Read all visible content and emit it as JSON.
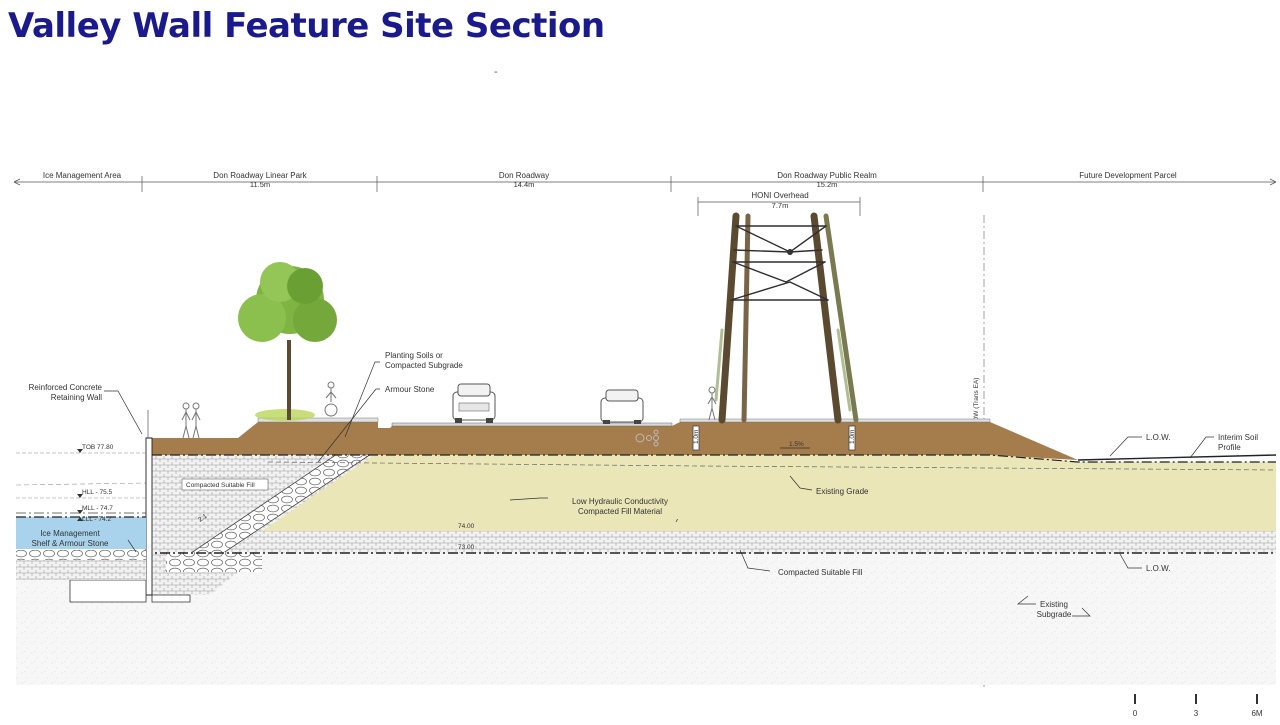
{
  "title": "Valley Wall Feature Site Section",
  "top_mark": "-",
  "zones": [
    {
      "label": "Ice Management Area",
      "dim": ""
    },
    {
      "label": "Don Roadway Linear Park",
      "dim": "11.5m"
    },
    {
      "label": "Don Roadway",
      "dim": "14.4m"
    },
    {
      "label": "Don Roadway Public Realm",
      "dim": "15.2m"
    },
    {
      "label": "Future Development Parcel",
      "dim": ""
    }
  ],
  "honi": {
    "label": "HONI Overhead",
    "dim": "7.7m"
  },
  "row_label": "ROW (Trans EA)",
  "labels": {
    "retaining_wall_1": "Reinforced Concrete",
    "retaining_wall_2": "Retaining Wall",
    "planting_1": "Planting Soils or",
    "planting_2": "Compacted Subgrade",
    "armour_stone": "Armour Stone",
    "compacted_fill_box": "Compacted Suitable Fill",
    "slope_ratio": "2:1",
    "low_hydraulic_1": "Low Hydraulic Conductivity",
    "low_hydraulic_2": "Compacted Fill Material",
    "existing_grade": "Existing Grade",
    "compacted_suitable_fill": "Compacted Suitable Fill",
    "low_top": "L.O.W.",
    "low_bottom": "L.O.W.",
    "interim_1": "Interim Soil",
    "interim_2": "Profile",
    "existing_sub_1": "Existing",
    "existing_sub_2": "Subgrade",
    "ice_shelf_1": "Ice Management",
    "ice_shelf_2": "Shelf & Armour Stone",
    "slope_pct": "1.5%",
    "depth_left": "1.0m",
    "depth_right": "1.0m"
  },
  "elevations": {
    "tob": "TOB 77.80",
    "hll": "HLL - 75.5",
    "mll": "MLL - 74.7",
    "lll": "LLL - 74.2",
    "el_74": "74.00",
    "el_73": "73.00"
  },
  "scale": {
    "ticks": [
      "0",
      "3",
      "6M"
    ]
  },
  "colors": {
    "title": "#1a1a8c",
    "soil": "#a57c4c",
    "fill": "#eae6b8",
    "water": "#a9d3ec",
    "tree": "#7fb342",
    "tower": "#6e5a3c"
  },
  "icons": [
    "tree-icon",
    "pedestrians-icon",
    "cyclist-icon",
    "car-front-icon",
    "car-rear-icon",
    "transmission-tower-icon",
    "person-icon"
  ]
}
